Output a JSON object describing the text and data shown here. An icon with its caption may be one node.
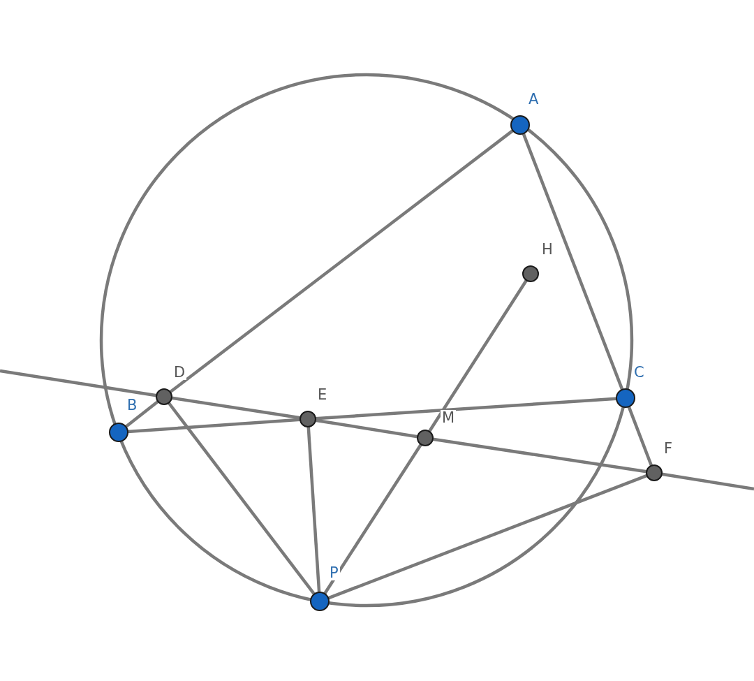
{
  "diagram": {
    "nodes": [
      {
        "text": [
          "A"
        ]
      },
      {
        "text": [
          "H"
        ]
      },
      {
        "text": [
          "C"
        ]
      },
      {
        "text": [
          "D"
        ]
      },
      {
        "text": [
          "E"
        ]
      },
      {
        "text": [
          "B"
        ]
      },
      {
        "text": [
          "M"
        ]
      },
      {
        "text": [
          "F"
        ]
      },
      {
        "text": [
          "P"
        ]
      }
    ],
    "edges": [
      {
        "from": 0,
        "to": 3,
        "arrow": "none"
      },
      {
        "from": 3,
        "to": 5,
        "arrow": "none"
      },
      {
        "from": 0,
        "to": 2,
        "arrow": "none"
      },
      {
        "from": 2,
        "to": 7,
        "arrow": "none"
      },
      {
        "from": 5,
        "to": 4,
        "arrow": "none"
      },
      {
        "from": 4,
        "to": 2,
        "arrow": "none"
      },
      {
        "from": null,
        "to": 3,
        "arrow": "none"
      },
      {
        "from": 3,
        "to": 4,
        "arrow": "none"
      },
      {
        "from": 4,
        "to": 6,
        "arrow": "none"
      },
      {
        "from": 6,
        "to": 7,
        "arrow": "none"
      },
      {
        "from": 7,
        "to": null,
        "arrow": "none"
      },
      {
        "from": 3,
        "to": 8,
        "arrow": "none"
      },
      {
        "from": 4,
        "to": 8,
        "arrow": "none"
      },
      {
        "from": 6,
        "to": 8,
        "arrow": "none"
      },
      {
        "from": 6,
        "to": 1,
        "arrow": "none"
      },
      {
        "from": 8,
        "to": 7,
        "arrow": "none"
      }
    ]
  }
}
